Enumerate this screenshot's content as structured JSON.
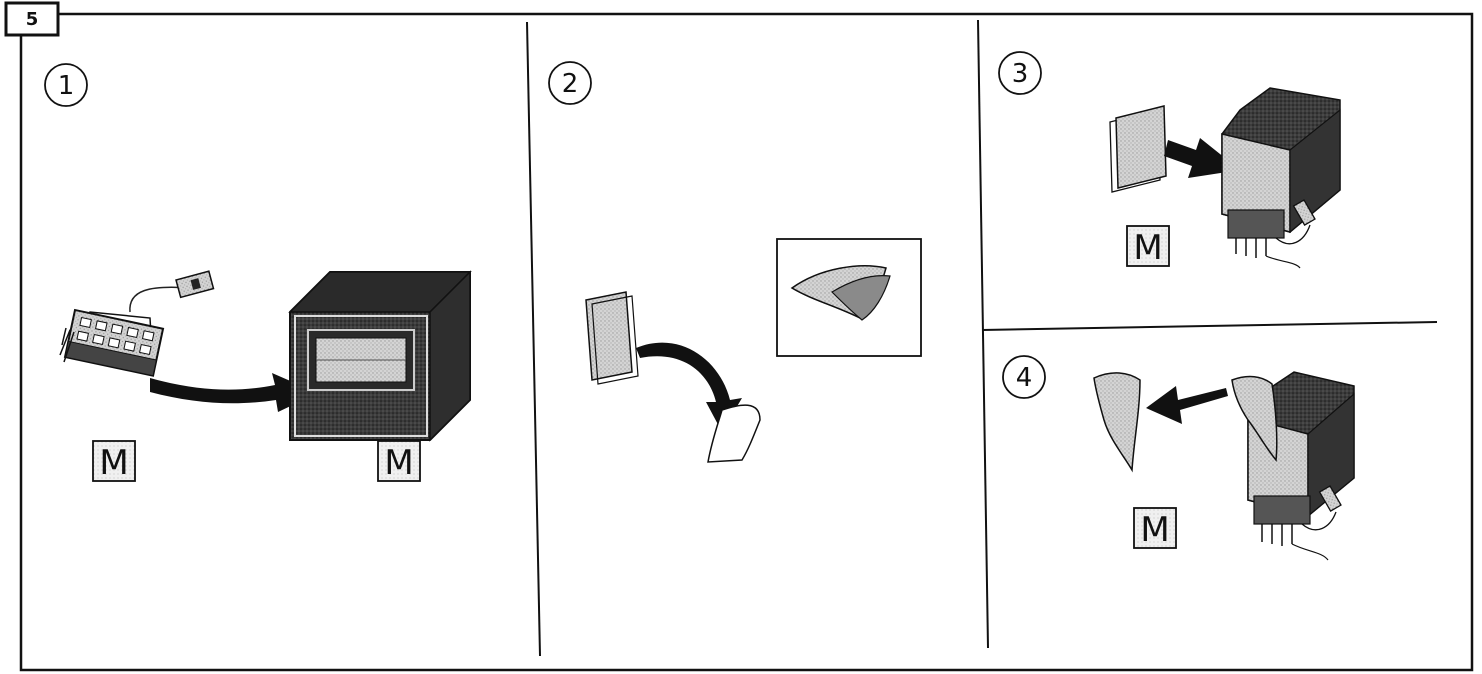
{
  "section": {
    "number": "5"
  },
  "steps": [
    {
      "label": "1"
    },
    {
      "label": "2"
    },
    {
      "label": "3"
    },
    {
      "label": "4"
    }
  ],
  "markers": {
    "step1_left": "M",
    "step1_right": "M",
    "step3": "M",
    "step4": "M"
  },
  "colors": {
    "frame": "#111111",
    "device_dark": "#3a3a3a",
    "pad_gray": "#c8c8c8",
    "marker_bg": "#e6e6e6"
  }
}
